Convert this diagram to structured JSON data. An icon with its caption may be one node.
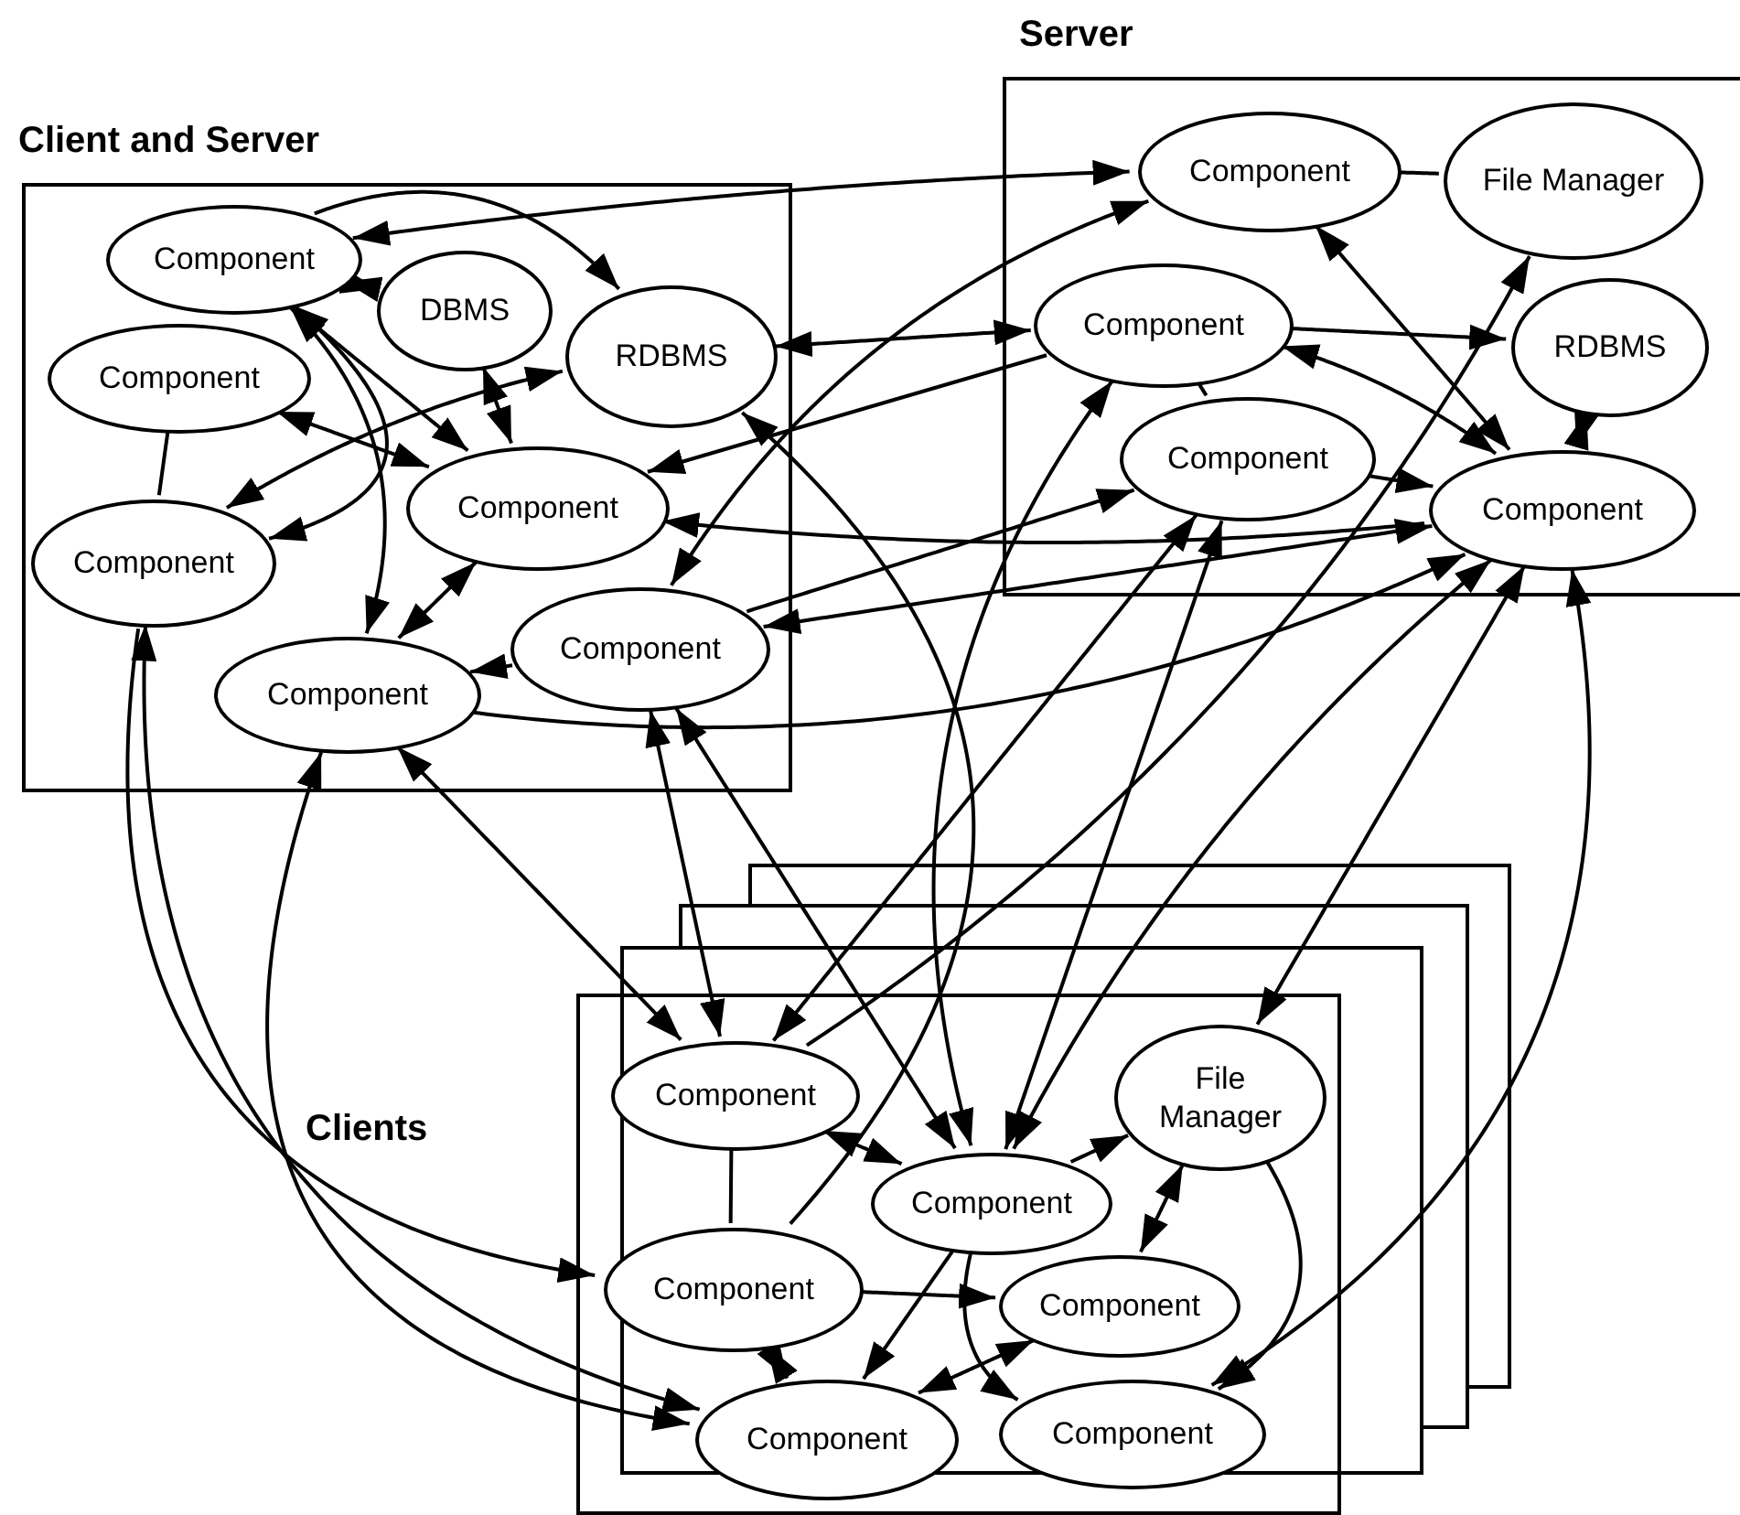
{
  "diagram": {
    "nodes": [
      {
        "text": [
          "Client and Server"
        ]
      },
      {
        "text": [
          "Component"
        ],
        "in": 0
      },
      {
        "text": [
          "DBMS"
        ],
        "in": 0
      },
      {
        "text": [
          "Component"
        ],
        "in": 0
      },
      {
        "text": [
          "RDBMS"
        ],
        "in": 0
      },
      {
        "text": [
          "Component"
        ],
        "in": 0
      },
      {
        "text": [
          "Component"
        ],
        "in": 0
      },
      {
        "text": [
          "Component"
        ],
        "in": 0
      },
      {
        "text": [
          "Component"
        ],
        "in": 0
      },
      {
        "text": [
          "Server"
        ]
      },
      {
        "text": [
          "Component"
        ],
        "in": 9
      },
      {
        "text": [
          "File Manager"
        ],
        "in": 9
      },
      {
        "text": [
          "Component"
        ],
        "in": 9
      },
      {
        "text": [
          "RDBMS"
        ],
        "in": 9
      },
      {
        "text": [
          "Component"
        ],
        "in": 9
      },
      {
        "text": [
          "Component"
        ],
        "in": 9
      },
      {
        "text": [
          "Clients"
        ]
      },
      {
        "text": [
          "Component"
        ],
        "in": 16
      },
      {
        "text": [
          "Component"
        ],
        "in": 16
      },
      {
        "text": [
          "File Manager"
        ],
        "in": 16
      },
      {
        "text": [
          "Component"
        ],
        "in": 16
      },
      {
        "text": [
          "Component"
        ],
        "in": 16
      },
      {
        "text": [
          "Component"
        ],
        "in": 16
      },
      {
        "text": [
          "Component"
        ],
        "in": 16
      }
    ],
    "edges": [
      {
        "from": 1,
        "to": 10,
        "arrow": "both"
      },
      {
        "from": 1,
        "to": 2,
        "arrow": "both"
      },
      {
        "from": 1,
        "to": 4,
        "arrow": "to"
      },
      {
        "from": 1,
        "to": 6,
        "arrow": "both"
      },
      {
        "from": 1,
        "to": 5,
        "arrow": "both"
      },
      {
        "from": 1,
        "to": 8,
        "arrow": "both"
      },
      {
        "from": 3,
        "to": 6,
        "arrow": "none"
      },
      {
        "from": 3,
        "to": 5,
        "arrow": "both"
      },
      {
        "from": 2,
        "to": 5,
        "arrow": "both"
      },
      {
        "from": 6,
        "to": 4,
        "arrow": "both"
      },
      {
        "from": 5,
        "to": 8,
        "arrow": "both"
      },
      {
        "from": 7,
        "to": 8,
        "arrow": "to"
      },
      {
        "from": 4,
        "to": 12,
        "arrow": "both"
      },
      {
        "from": 7,
        "to": 10,
        "arrow": "both"
      },
      {
        "from": 12,
        "to": 5,
        "arrow": "to"
      },
      {
        "from": 15,
        "to": 5,
        "arrow": "to"
      },
      {
        "from": 12,
        "to": 13,
        "arrow": "to"
      },
      {
        "from": 15,
        "to": 7,
        "arrow": "both"
      },
      {
        "from": 8,
        "to": 15,
        "arrow": "to"
      },
      {
        "from": 7,
        "to": 14,
        "arrow": "to"
      },
      {
        "from": 10,
        "to": 11,
        "arrow": "none"
      },
      {
        "from": 12,
        "to": 14,
        "arrow": "none"
      },
      {
        "from": 12,
        "to": 15,
        "arrow": "both"
      },
      {
        "from": 14,
        "to": 15,
        "arrow": "to"
      },
      {
        "from": 13,
        "to": 15,
        "arrow": "both"
      },
      {
        "from": 10,
        "to": 15,
        "arrow": "both"
      },
      {
        "from": 6,
        "to": 22,
        "arrow": "both"
      },
      {
        "from": 6,
        "to": 20,
        "arrow": "to"
      },
      {
        "from": 8,
        "to": 17,
        "arrow": "both"
      },
      {
        "from": 8,
        "to": 22,
        "arrow": "both"
      },
      {
        "from": 7,
        "to": 17,
        "arrow": "both"
      },
      {
        "from": 7,
        "to": 18,
        "arrow": "both"
      },
      {
        "from": 20,
        "to": 4,
        "arrow": "to"
      },
      {
        "from": 17,
        "to": 14,
        "arrow": "both"
      },
      {
        "from": 18,
        "to": 14,
        "arrow": "both"
      },
      {
        "from": 17,
        "to": 11,
        "arrow": "to"
      },
      {
        "from": 12,
        "to": 18,
        "arrow": "both"
      },
      {
        "from": 18,
        "to": 15,
        "arrow": "both"
      },
      {
        "from": 19,
        "to": 15,
        "arrow": "both"
      },
      {
        "from": 23,
        "to": 15,
        "arrow": "both"
      },
      {
        "from": 17,
        "to": 18,
        "arrow": "both"
      },
      {
        "from": 18,
        "to": 19,
        "arrow": "to"
      },
      {
        "from": 17,
        "to": 20,
        "arrow": "none"
      },
      {
        "from": 19,
        "to": 21,
        "arrow": "both"
      },
      {
        "from": 19,
        "to": 23,
        "arrow": "to"
      },
      {
        "from": 18,
        "to": 22,
        "arrow": "to"
      },
      {
        "from": 18,
        "to": 23,
        "arrow": "to"
      },
      {
        "from": 20,
        "to": 22,
        "arrow": "both"
      },
      {
        "from": 21,
        "to": 22,
        "arrow": "both"
      },
      {
        "from": 20,
        "to": 21,
        "arrow": "to"
      }
    ]
  }
}
